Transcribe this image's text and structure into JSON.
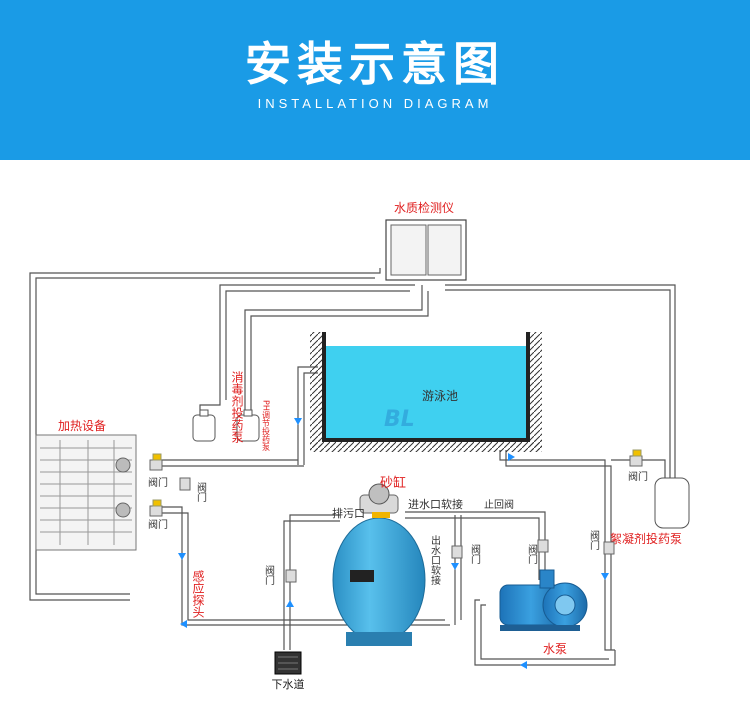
{
  "header": {
    "title": "安装示意图",
    "subtitle": "INSTALLATION DIAGRAM"
  },
  "labels": {
    "water_monitor": "水质检测仪",
    "pool": "游泳池",
    "pool_logo": "BL",
    "heater": "加热设备",
    "sand_tank": "砂缸",
    "disinfectant_pump": "消毒剂投药泵",
    "ph_pump": "PH调节投药泵",
    "flocculant_pump": "絮凝剂投药泵",
    "sensor_probe": "感应探头",
    "drain_port": "排污口",
    "inlet_hose": "进水口软接",
    "outlet_hose": "出水口软接",
    "return_valve": "止回阀",
    "pump": "水泵",
    "sewer": "下水道",
    "valve": "阀门"
  },
  "colors": {
    "header_bg": "#1a9be6",
    "label_red": "#e02020",
    "pool_water": "#3fd0f0",
    "tank_body": "#3aa6d6"
  }
}
